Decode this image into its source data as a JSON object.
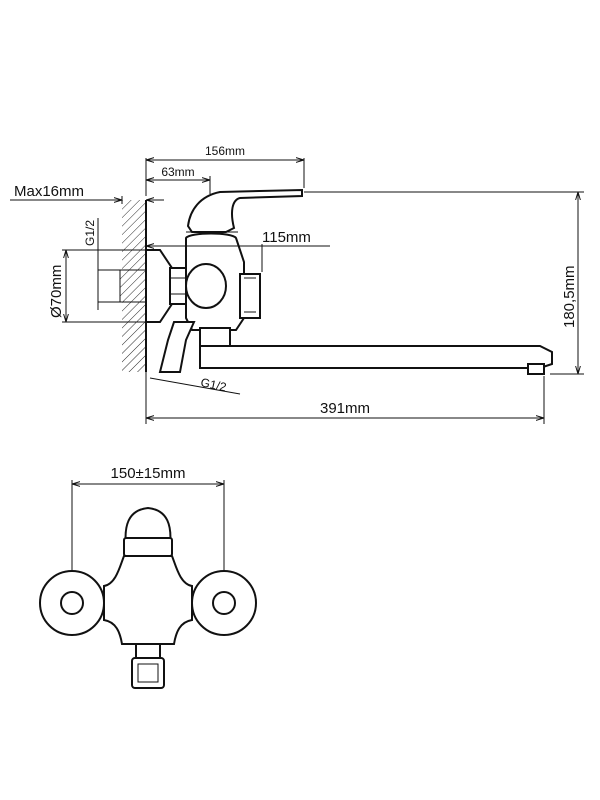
{
  "side_view": {
    "dim_overall_top": "156mm",
    "dim_handle_offset": "63mm",
    "dim_max_wall": "Max16mm",
    "dim_thread_top": "G1/2",
    "dim_depth": "115mm",
    "dim_diameter": "Ø70mm",
    "dim_height": "180,5mm",
    "dim_thread_bottom": "G1/2",
    "dim_length": "391mm"
  },
  "front_view": {
    "dim_spacing": "150±15mm"
  }
}
